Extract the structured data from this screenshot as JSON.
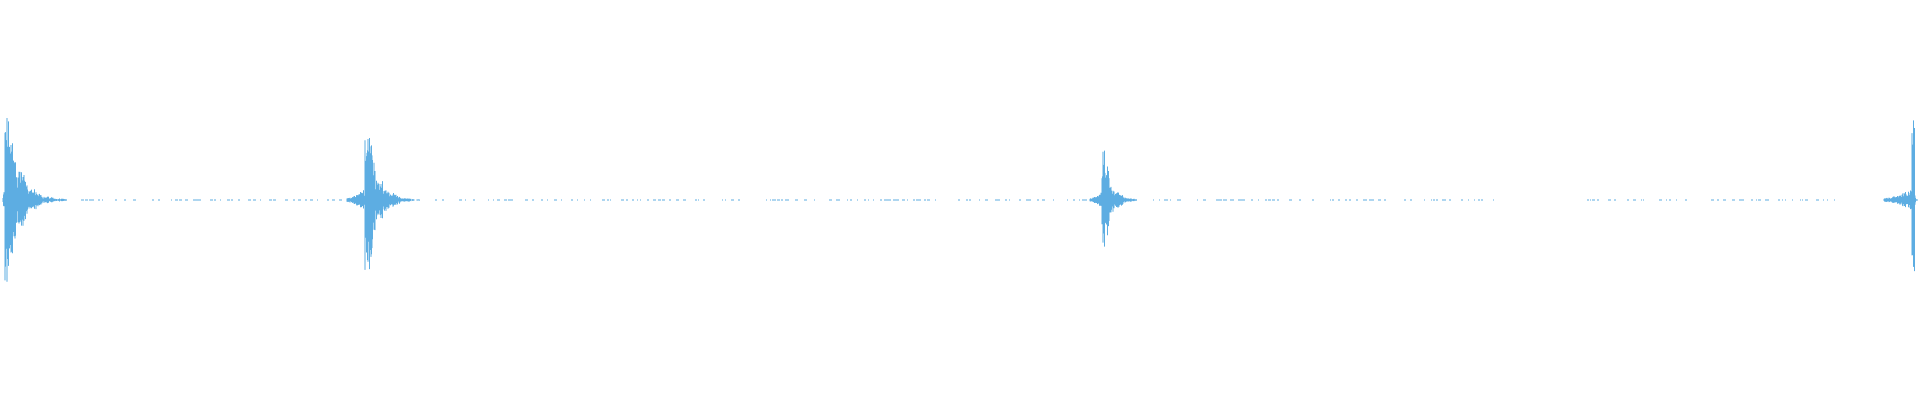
{
  "waveform": {
    "color": "#5dade2",
    "background": "#ffffff",
    "bursts": [
      {
        "name": "burst-1",
        "peak": 1.0,
        "asym": 0.95,
        "tail": "long"
      },
      {
        "name": "burst-2",
        "peak": 0.9,
        "asym": 0.98,
        "tail": "medium"
      },
      {
        "name": "burst-3",
        "peak": 0.6,
        "asym": 0.98,
        "tail": "medium"
      },
      {
        "name": "burst-4",
        "peak": 0.85,
        "asym": 0.9,
        "tail": "short"
      }
    ]
  }
}
